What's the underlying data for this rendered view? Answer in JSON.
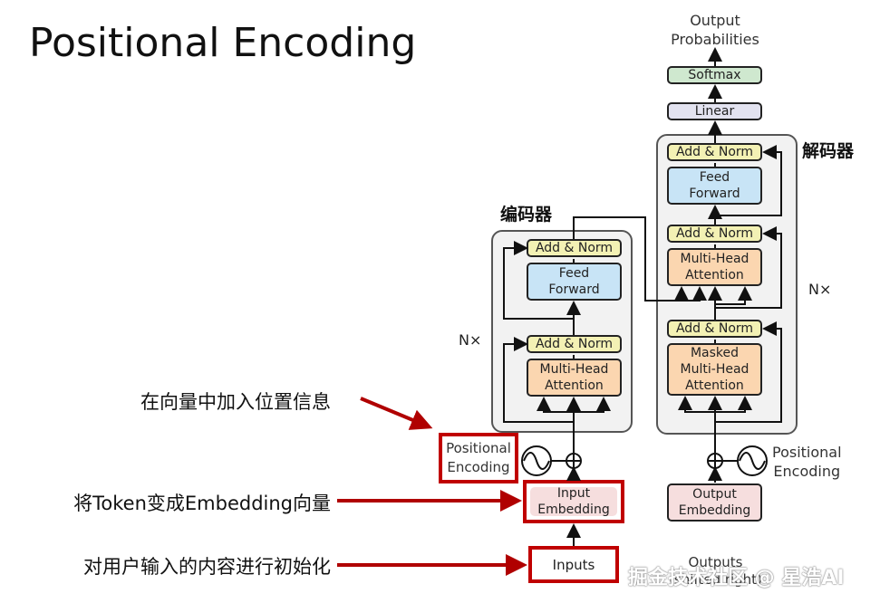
{
  "title": "Positional Encoding",
  "annotations": {
    "positional": "在向量中加入位置信息",
    "embedding": "将Token变成Embedding向量",
    "inputs": "对用户输入的内容进行初始化"
  },
  "encoder": {
    "label": "编码器",
    "nx": "N×",
    "add_norm_top": "Add & Norm",
    "feed_forward_1": "Feed",
    "feed_forward_2": "Forward",
    "add_norm_bottom": "Add & Norm",
    "mha_1": "Multi-Head",
    "mha_2": "Attention",
    "pe_1": "Positional",
    "pe_2": "Encoding",
    "embedding_1": "Input",
    "embedding_2": "Embedding",
    "inputs": "Inputs"
  },
  "decoder": {
    "label": "解码器",
    "nx": "N×",
    "add_norm_1": "Add & Norm",
    "feed_forward_1": "Feed",
    "feed_forward_2": "Forward",
    "add_norm_2": "Add & Norm",
    "mha_1": "Multi-Head",
    "mha_2": "Attention",
    "add_norm_3": "Add & Norm",
    "masked_1": "Masked",
    "masked_2": "Multi-Head",
    "masked_3": "Attention",
    "pe_1": "Positional",
    "pe_2": "Encoding",
    "embedding_1": "Output",
    "embedding_2": "Embedding",
    "outputs_1": "Outputs",
    "outputs_2": "(shifted right)"
  },
  "head": {
    "softmax": "Softmax",
    "linear": "Linear",
    "output_1": "Output",
    "output_2": "Probabilities"
  },
  "watermark": "掘金技术社区 @ 星浩AI"
}
